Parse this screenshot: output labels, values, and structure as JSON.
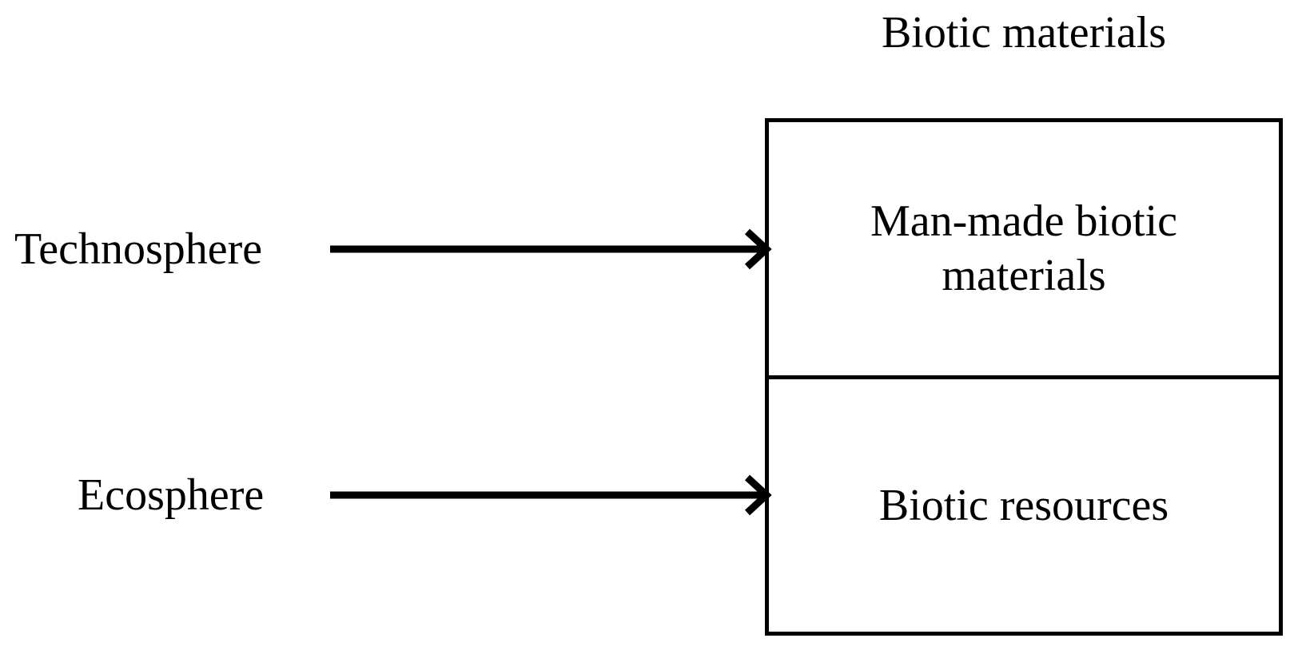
{
  "diagram": {
    "title": "Biotic materials",
    "box": {
      "cells": [
        {
          "id": "man-made-biotic-materials",
          "label": "Man-made biotic materials"
        },
        {
          "id": "biotic-resources",
          "label": "Biotic resources"
        }
      ]
    },
    "sources": [
      {
        "id": "technosphere",
        "label": "Technosphere",
        "target": "man-made-biotic-materials"
      },
      {
        "id": "ecosphere",
        "label": "Ecosphere",
        "target": "biotic-resources"
      }
    ],
    "arrows": [
      {
        "id": "technosphere-arrow",
        "from": "Technosphere",
        "to": "Man-made biotic materials",
        "style": "open-barbed",
        "direction": "right"
      },
      {
        "id": "ecosphere-arrow",
        "from": "Ecosphere",
        "to": "Biotic resources",
        "style": "open-barbed",
        "direction": "right"
      }
    ],
    "colors": {
      "background": "#ffffff",
      "stroke": "#000000",
      "text": "#000000"
    }
  }
}
